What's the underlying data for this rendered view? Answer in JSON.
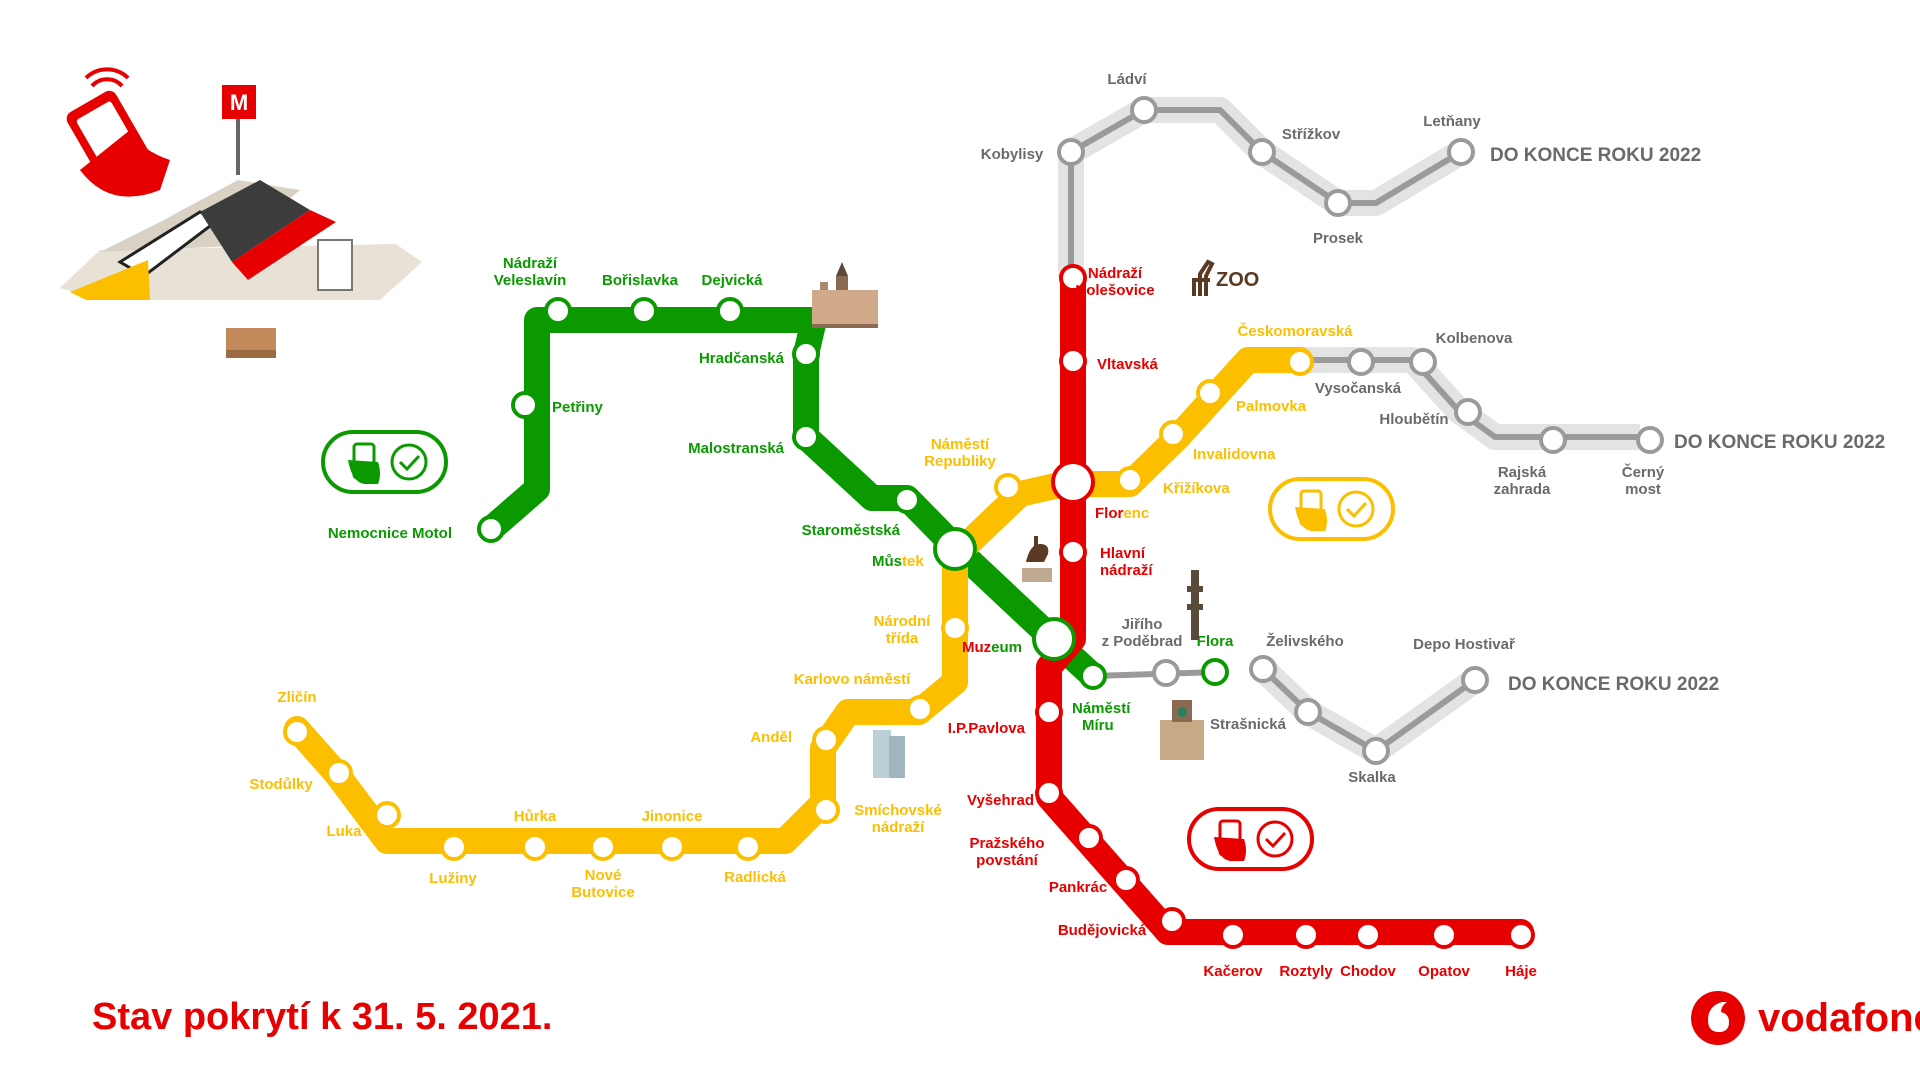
{
  "colors": {
    "green": "#0a9a00",
    "red": "#e60000",
    "yellow": "#fbbf00",
    "grey": "#9a9a9a",
    "grey_halo": "#e3e3e3",
    "brown": "#5a3a22"
  },
  "title": "Stav pokrytí k 31. 5. 2021.",
  "brand": "vodafone",
  "zoo_label": "ZOO",
  "future_labels": {
    "north": "DO KONCE ROKU 2022",
    "east": "DO KONCE ROKU 2022",
    "southeast": "DO KONCE ROKU 2022"
  },
  "lines": {
    "green": [
      {
        "name": "Nemocnice Motol"
      },
      {
        "name": "Petřiny"
      },
      {
        "name": "Nádraží Veleslavín"
      },
      {
        "name": "Bořislavka"
      },
      {
        "name": "Dejvická"
      },
      {
        "name": "Hradčanská"
      },
      {
        "name": "Malostranská"
      },
      {
        "name": "Staroměstská"
      },
      {
        "name": "Můstek"
      },
      {
        "name": "Muzeum"
      },
      {
        "name": "Náměstí Míru"
      },
      {
        "name": "Jiřího z Poděbrad"
      },
      {
        "name": "Flora"
      },
      {
        "name": "Želivského"
      },
      {
        "name": "Strašnická"
      },
      {
        "name": "Skalka"
      },
      {
        "name": "Depo Hostivař"
      }
    ],
    "red": [
      {
        "name": "Ládví"
      },
      {
        "name": "Kobylisy"
      },
      {
        "name": "Nádraží Holešovice"
      },
      {
        "name": "Vltavská"
      },
      {
        "name": "Florenc"
      },
      {
        "name": "Hlavní nádraží"
      },
      {
        "name": "Muzeum"
      },
      {
        "name": "I.P.Pavlova"
      },
      {
        "name": "Vyšehrad"
      },
      {
        "name": "Pražského povstání"
      },
      {
        "name": "Pankrác"
      },
      {
        "name": "Budějovická"
      },
      {
        "name": "Kačerov"
      },
      {
        "name": "Roztyly"
      },
      {
        "name": "Chodov"
      },
      {
        "name": "Opatov"
      },
      {
        "name": "Háje"
      },
      {
        "name": "Střížkov"
      },
      {
        "name": "Prosek"
      },
      {
        "name": "Letňany"
      }
    ],
    "yellow": [
      {
        "name": "Zličín"
      },
      {
        "name": "Stodůlky"
      },
      {
        "name": "Luka"
      },
      {
        "name": "Lužiny"
      },
      {
        "name": "Hůrka"
      },
      {
        "name": "Nové Butovice"
      },
      {
        "name": "Jinonice"
      },
      {
        "name": "Radlická"
      },
      {
        "name": "Smíchovské nádraží"
      },
      {
        "name": "Anděl"
      },
      {
        "name": "Karlovo náměstí"
      },
      {
        "name": "Národní třída"
      },
      {
        "name": "Můstek"
      },
      {
        "name": "Náměstí Republiky"
      },
      {
        "name": "Florenc"
      },
      {
        "name": "Křižíkova"
      },
      {
        "name": "Invalidovna"
      },
      {
        "name": "Palmovka"
      },
      {
        "name": "Českomoravská"
      },
      {
        "name": "Vysočanská"
      },
      {
        "name": "Kolbenova"
      },
      {
        "name": "Hloubětín"
      },
      {
        "name": "Rajská zahrada"
      },
      {
        "name": "Černý most"
      }
    ]
  }
}
